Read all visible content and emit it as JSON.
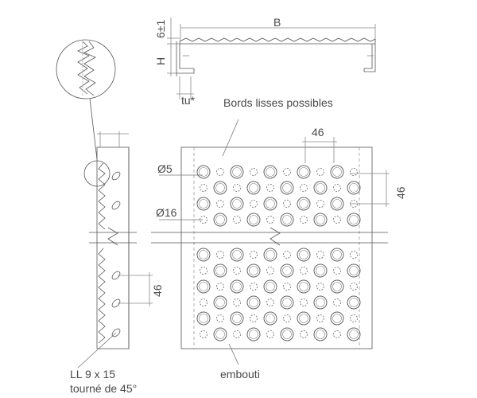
{
  "labels": {
    "B": "B",
    "thickness": "6±1",
    "H": "H",
    "tu": "tu*",
    "bords": "Bords lisses possibles",
    "pitch_top": "46",
    "pitch_right": "46",
    "diam_small": "Ø5",
    "diam_large": "Ø16",
    "pitch_side": "46",
    "ll_line1": "LL 9 x 15",
    "ll_line2": "tourné de  45°",
    "embouti": "embouti"
  },
  "colors": {
    "line": "#555555",
    "text": "#4a4a4a",
    "dim": "#888888"
  }
}
